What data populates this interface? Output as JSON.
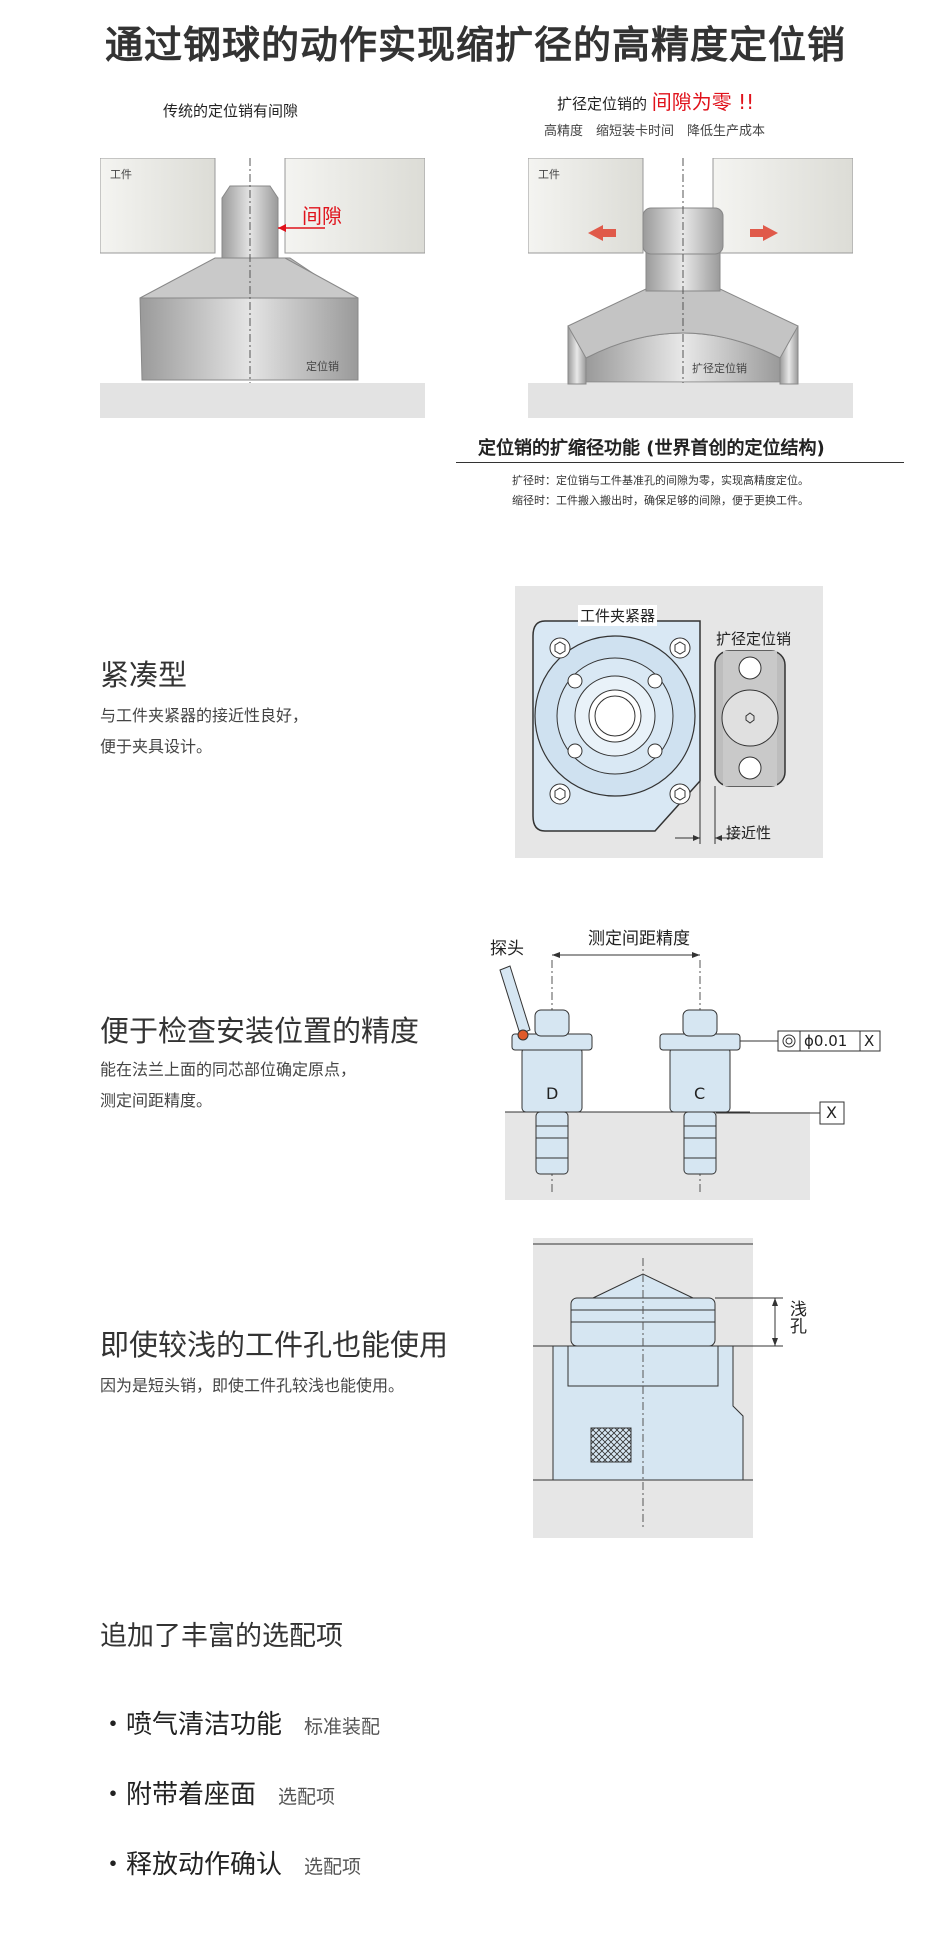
{
  "title": "通过钢球的动作实现缩扩径的高精度定位销",
  "compare": {
    "left_caption": "传统的定位销有间隙",
    "right_caption_prefix": "扩径定位销的",
    "right_caption_emph": "间隙为零 !!",
    "right_sub": "高精度　缩短装卡时间　降低生产成本",
    "workpiece_label": "工件",
    "gap_label": "间隙",
    "left_pin_label": "定位销",
    "right_pin_label": "扩径定位销"
  },
  "function": {
    "heading": "定位销的扩缩径功能 (世界首创的定位结构)",
    "line1": "扩径时：定位销与工件基准孔的间隙为零，实现高精度定位。",
    "line2": "缩径时：工件搬入搬出时，确保足够的间隙，便于更换工件。"
  },
  "features": [
    {
      "heading": "紧凑型",
      "lines": [
        "与工件夹紧器的接近性良好，",
        "便于夹具设计。"
      ],
      "diagram": {
        "clamp_label": "工件夹紧器",
        "pin_label": "扩径定位销",
        "proximity_label": "接近性"
      }
    },
    {
      "heading": "便于检查安装位置的精度",
      "lines": [
        "能在法兰上面的同芯部位确定原点，",
        "测定间距精度。"
      ],
      "diagram": {
        "probe_label": "探头",
        "measure_label": "测定间距精度",
        "left_mark": "D",
        "right_mark": "C",
        "tolerance": "0.01",
        "datum": "X"
      }
    },
    {
      "heading": "即使较浅的工件孔也能使用",
      "lines": [
        "因为是短头销，即使工件孔较浅也能使用。"
      ],
      "diagram": {
        "shallow_label": "浅孔"
      }
    }
  ],
  "options": {
    "heading": "追加了丰富的选配项",
    "items": [
      {
        "name": "喷气清洁功能",
        "tag": "标准装配"
      },
      {
        "name": "附带着座面",
        "tag": "选配项"
      },
      {
        "name": "释放动作确认",
        "tag": "选配项"
      }
    ]
  },
  "colors": {
    "accent_red": "#e0121b",
    "part_blue": "#d6e6f2",
    "panel_gray": "#e8e8e8"
  }
}
